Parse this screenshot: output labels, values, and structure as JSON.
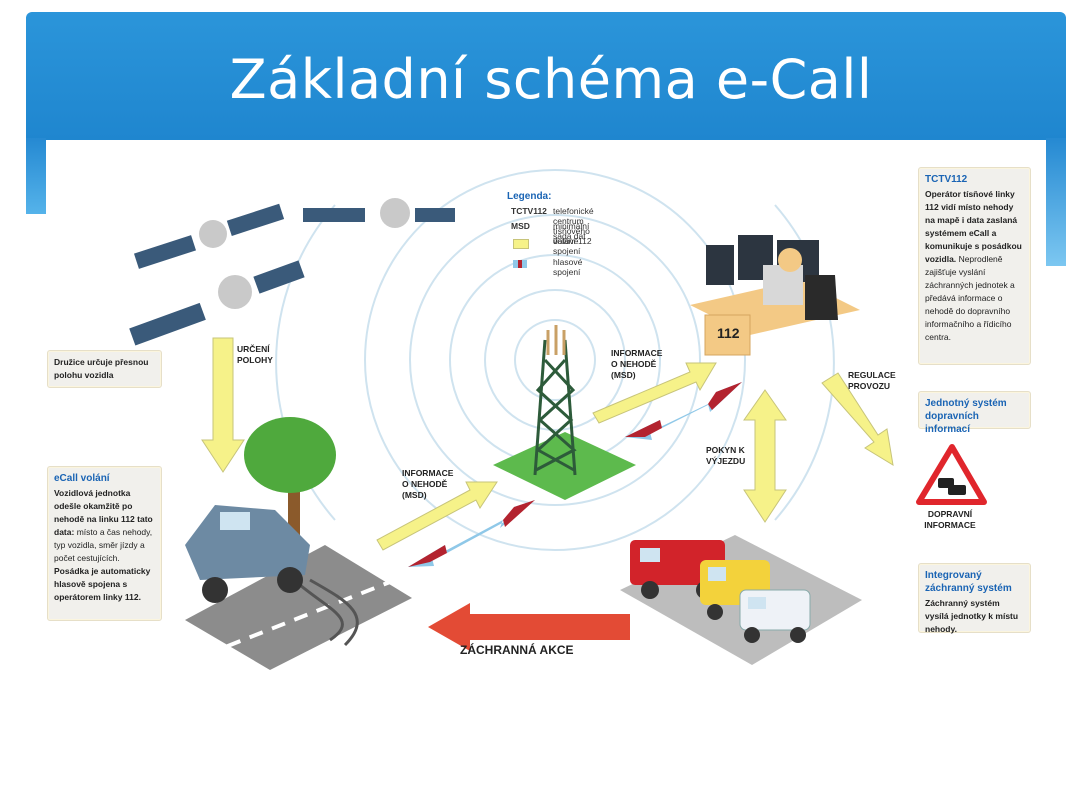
{
  "slide": {
    "title": "Základní schéma e-Call"
  },
  "legend": {
    "heading": "Legenda:",
    "entries": [
      {
        "key": "TCTV112",
        "value": "telefonické centrum tísňového volání 112"
      },
      {
        "key": "MSD",
        "value": "minimální sada dat"
      },
      {
        "key": "",
        "value": "datové spojení"
      },
      {
        "key": "",
        "value": "hlasové spojení"
      }
    ]
  },
  "boxes": {
    "satellites": {
      "text": "Družice určuje přesnou polohu vozidla"
    },
    "ecall": {
      "heading": "eCall volání",
      "bold1": "Vozidlová jednotka odešle okamžitě po nehodě na linku 112 tato data:",
      "normal1": "místo a čas nehody, typ vozidla, směr jízdy a počet cestujících.",
      "bold2": "Posádka je automaticky hlasově spojena s operátorem linky 112."
    },
    "tctv": {
      "heading": "TCTV112",
      "bold1": "Operátor tísňové linky 112 vidí místo nehody na mapě i data zaslaná systémem eCall a komunikuje s posádkou vozidla.",
      "normal1": "Neprodleně zajišťuje vyslání záchranných jednotek a předává informace o nehodě do dopravního informačního a řídicího centra."
    },
    "jsdi": {
      "heading": "Jednotný systém dopravních informací"
    },
    "izs": {
      "heading": "Integrovaný záchranný systém",
      "bold1": "Záchranný systém vysílá jednotky k místu nehody."
    }
  },
  "labels": {
    "urceni": "URČENÍ POLOHY",
    "info_left": "INFORMACE O NEHODĚ (MSD)",
    "info_right": "INFORMACE O NEHODĚ (MSD)",
    "regulace": "REGULACE PROVOZU",
    "pokyn": "POKYN K VÝJEZDU",
    "dopravni": "DOPRAVNÍ INFORMACE",
    "zachranna": "ZÁCHRANNÁ AKCE",
    "sign_112": "112"
  },
  "colors": {
    "banner": "#2b95da",
    "data_link": "#f6f289",
    "voice_red": "#b3232f",
    "voice_blue": "#8fc8e8",
    "rescue_arrow": "#e34b35",
    "heading_blue": "#1a64b4",
    "ground_green": "#5dba4d"
  }
}
